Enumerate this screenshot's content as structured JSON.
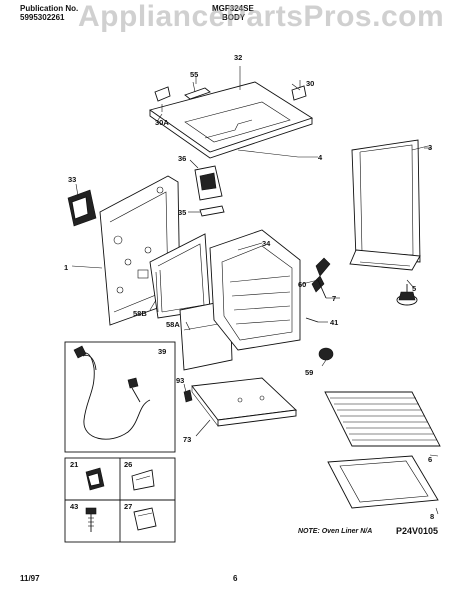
{
  "header": {
    "publication_label": "Publication No.",
    "publication_number": "5995302261",
    "model": "MGF324SE",
    "section": "BODY"
  },
  "watermark": "AppliancePartsPros.com",
  "part_labels": [
    "1",
    "3",
    "4",
    "5",
    "6",
    "7",
    "8",
    "21",
    "26",
    "27",
    "30",
    "30A",
    "32",
    "33",
    "34",
    "35",
    "36",
    "39",
    "41",
    "43",
    "55",
    "58A",
    "58B",
    "59",
    "60",
    "73",
    "93"
  ],
  "note": "NOTE: Oven Liner N/A",
  "diagram_code": "P24V0105",
  "footer": {
    "date": "11/97",
    "page": "6"
  }
}
